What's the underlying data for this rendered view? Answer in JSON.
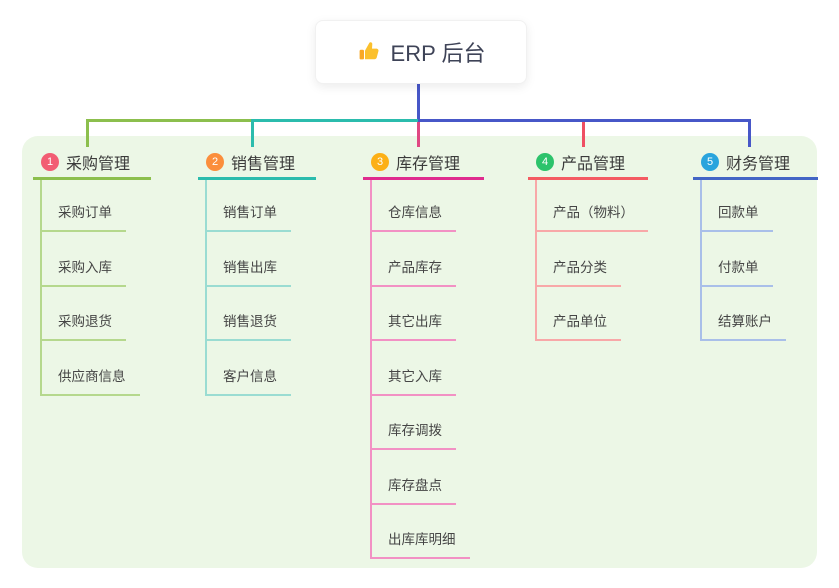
{
  "root": {
    "title": "ERP 后台",
    "icon": "thumbs-up-icon",
    "icon_colors": {
      "hand": "#fbc02d",
      "cuff": "#f9a825"
    }
  },
  "connectors": {
    "root_line_color": "#4757c8",
    "bus_segments": [
      {
        "color": "#8cbf4d"
      },
      {
        "color": "#2bbcad"
      },
      {
        "color": "#4757c8"
      }
    ],
    "drop_colors": [
      "#8cbf4d",
      "#2bbcad",
      "#e04883",
      "#ef4f63",
      "#4757c8"
    ]
  },
  "panel": {
    "background": "#ecf7e6"
  },
  "branches": [
    {
      "key": "purchase",
      "badge": "1",
      "badge_color": "#f25d73",
      "label": "采购管理",
      "line_color": "#8cbf4d",
      "sub_line_color": "#b5d88d",
      "children": [
        "采购订单",
        "采购入库",
        "采购退货",
        "供应商信息"
      ]
    },
    {
      "key": "sales",
      "badge": "2",
      "badge_color": "#fb8e3c",
      "label": "销售管理",
      "line_color": "#2bbcad",
      "sub_line_color": "#9adcd2",
      "children": [
        "销售订单",
        "销售出库",
        "销售退货",
        "客户信息"
      ]
    },
    {
      "key": "inventory",
      "badge": "3",
      "badge_color": "#fcb016",
      "label": "库存管理",
      "line_color": "#df2c8e",
      "sub_line_color": "#f291c4",
      "children": [
        "仓库信息",
        "产品库存",
        "其它出库",
        "其它入库",
        "库存调拨",
        "库存盘点",
        "出库库明细"
      ]
    },
    {
      "key": "product",
      "badge": "4",
      "badge_color": "#2cc36b",
      "label": "产品管理",
      "line_color": "#f45b62",
      "sub_line_color": "#f8a8a8",
      "children": [
        "产品（物料）",
        "产品分类",
        "产品单位"
      ]
    },
    {
      "key": "finance",
      "badge": "5",
      "badge_color": "#29a4dd",
      "label": "财务管理",
      "line_color": "#4365c5",
      "sub_line_color": "#a9bfe9",
      "children": [
        "回款单",
        "付款单",
        "结算账户"
      ]
    }
  ]
}
